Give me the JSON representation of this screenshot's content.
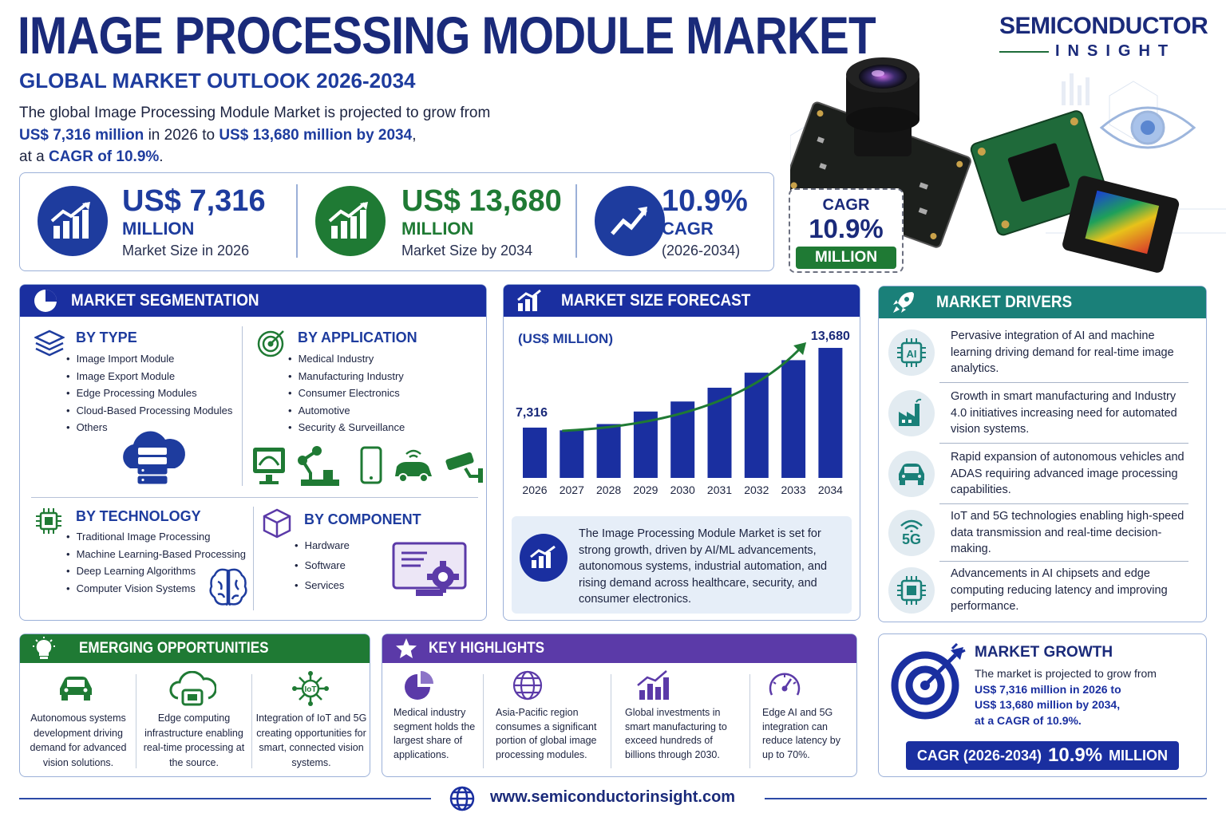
{
  "header": {
    "title": "IMAGE PROCESSING MODULE MARKET",
    "subtitle": "GLOBAL MARKET OUTLOOK 2026-2034",
    "intro": {
      "line1": "The global Image Processing Module Market is projected to grow from",
      "val_start": "US$ 7,316 million",
      "mid": " in 2026 to ",
      "val_end": "US$ 13,680 million by 2034",
      "comma": ",",
      "line3_pre": "at a ",
      "cagr": "CAGR of 10.9%",
      "period": "."
    }
  },
  "brand": {
    "name_line1": "SEMICONDUCTOR",
    "name_line2": "INSIGHT"
  },
  "stats": [
    {
      "big": "US$ 7,316",
      "mid": "MILLION",
      "small": "Market Size in 2026",
      "color": "#1e3c9e"
    },
    {
      "big": "US$ 13,680",
      "mid": "MILLION",
      "small": "Market Size by 2034",
      "color": "#1f7a34"
    },
    {
      "big": "10.9%",
      "mid": "CAGR",
      "small": "(2026-2034)",
      "color": "#1e3c9e"
    }
  ],
  "cagr_box": {
    "label": "CAGR",
    "value": "10.9%",
    "badge": "MILLION"
  },
  "segmentation": {
    "heading": "MARKET SEGMENTATION",
    "by_type": {
      "title": "BY TYPE",
      "items": [
        "Image Import Module",
        "Image Export Module",
        "Edge Processing Modules",
        "Cloud-Based Processing Modules",
        "Others"
      ]
    },
    "by_application": {
      "title": "BY APPLICATION",
      "items": [
        "Medical Industry",
        "Manufacturing Industry",
        "Consumer Electronics",
        "Automotive",
        "Security & Surveillance"
      ]
    },
    "by_technology": {
      "title": "BY TECHNOLOGY",
      "items": [
        "Traditional Image Processing",
        "Machine Learning-Based Processing",
        "Deep Learning Algorithms",
        "Computer Vision Systems"
      ]
    },
    "by_component": {
      "title": "BY COMPONENT",
      "items": [
        "Hardware",
        "Software",
        "Services"
      ]
    }
  },
  "forecast": {
    "heading": "MARKET SIZE FORECAST",
    "unit": "(US$ MILLION)",
    "summary": "The Image Processing Module Market is set for strong growth, driven by AI/ML advancements, autonomous systems, industrial automation, and rising demand across healthcare, security, and consumer electronics."
  },
  "chart_data": {
    "type": "bar",
    "ylabel": "(US$ MILLION)",
    "categories": [
      "2026",
      "2027",
      "2028",
      "2029",
      "2030",
      "2031",
      "2032",
      "2033",
      "2034"
    ],
    "values": [
      7316,
      7100,
      7600,
      8600,
      9400,
      10500,
      11700,
      12700,
      13680
    ],
    "data_labels": {
      "2026": "7,316",
      "2034": "13,680"
    },
    "ylim": [
      3300,
      14000
    ],
    "bar_color": "#1a2fa0",
    "trend_color": "#1f7a34",
    "grid": false
  },
  "drivers": {
    "heading": "MARKET DRIVERS",
    "items": [
      {
        "icon": "ai-chip-icon",
        "text": "Pervasive integration of AI and machine learning driving demand for real-time image analytics."
      },
      {
        "icon": "factory-icon",
        "text": "Growth in smart manufacturing and Industry 4.0 initiatives increasing need for automated vision systems."
      },
      {
        "icon": "car-icon",
        "text": "Rapid expansion of autonomous vehicles and ADAS requiring advanced image processing capabilities."
      },
      {
        "icon": "wifi-5g-icon",
        "text": "IoT and 5G technologies enabling high-speed data transmission and real-time decision-making."
      },
      {
        "icon": "chipset-icon",
        "text": "Advancements in AI chipsets and edge computing reducing latency and improving performance."
      }
    ],
    "icon_5g_label": "5G"
  },
  "opportunities": {
    "heading": "EMERGING OPPORTUNITIES",
    "items": [
      "Autonomous systems development driving demand for advanced vision solutions.",
      "Edge computing infrastructure enabling real-time processing at the source.",
      "Integration of IoT and 5G creating opportunities for smart, connected vision systems."
    ],
    "iot_label": "IoT"
  },
  "highlights": {
    "heading": "KEY HIGHLIGHTS",
    "items": [
      "Medical industry segment holds the largest share of applications.",
      "Asia-Pacific region consumes a significant portion of global image processing modules.",
      "Global investments in smart manufacturing to exceed hundreds of billions through 2030.",
      "Edge AI and 5G integration can reduce latency by up to 70%."
    ]
  },
  "growth": {
    "heading": "MARKET GROWTH",
    "line1": "The market is projected to grow from",
    "line2": "US$ 7,316 million in 2026 to",
    "line3": "US$ 13,680 million by 2034,",
    "line4": "at a CAGR of 10.9%.",
    "badge_label": "CAGR (2026-2034)",
    "badge_value": "10.9%",
    "badge_unit": "MILLION"
  },
  "footer": {
    "url": "www.semiconductorinsight.com"
  },
  "colors": {
    "navy": "#1a2a7a",
    "blue": "#1e3c9e",
    "green": "#1f7a34",
    "teal": "#1a8079",
    "purple": "#5b3aa8"
  }
}
